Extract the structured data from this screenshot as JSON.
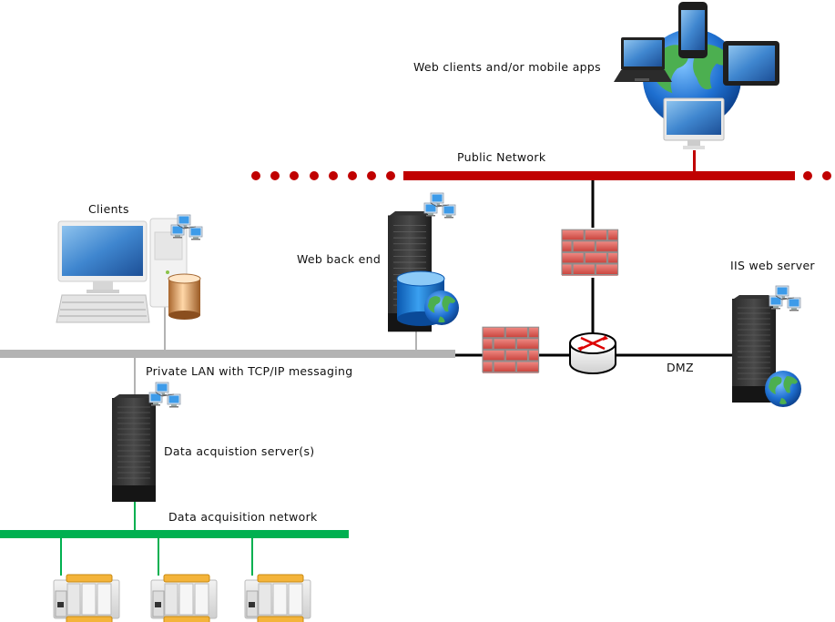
{
  "diagram": {
    "type": "network-architecture",
    "colors": {
      "public_network": "#c00000",
      "private_lan": "#b3b3b3",
      "dmz_links": "#000000",
      "acquisition_network": "#00b050",
      "firewall": "#d9534f"
    },
    "labels": {
      "web_clients": "Web clients and/or mobile apps",
      "public_network": "Public Network",
      "clients": "Clients",
      "web_back_end": "Web back end",
      "iis_web_server": "IIS web server",
      "private_lan": "Private LAN with TCP/IP messaging",
      "dmz": "DMZ",
      "data_acquisition_servers": "Data acquistion server(s)",
      "data_acquisition_network": "Data acquisition network"
    },
    "nodes": [
      {
        "id": "web-clients",
        "icon": "globe-with-devices-icon",
        "network": "public"
      },
      {
        "id": "clients",
        "icon": "desktop-workstation-icon",
        "network": "private-lan"
      },
      {
        "id": "web-back-end",
        "icon": "server-database-globe-icon",
        "network": "private-lan"
      },
      {
        "id": "firewall-public",
        "icon": "firewall-icon"
      },
      {
        "id": "firewall-lan",
        "icon": "firewall-icon"
      },
      {
        "id": "router",
        "icon": "router-icon"
      },
      {
        "id": "iis-web-server",
        "icon": "server-globe-icon",
        "network": "dmz"
      },
      {
        "id": "data-acquisition-server",
        "icon": "server-icon",
        "network": "private-lan"
      },
      {
        "id": "plc-1",
        "icon": "plc-controller-icon",
        "network": "acquisition"
      },
      {
        "id": "plc-2",
        "icon": "plc-controller-icon",
        "network": "acquisition"
      },
      {
        "id": "plc-3",
        "icon": "plc-controller-icon",
        "network": "acquisition"
      }
    ]
  }
}
